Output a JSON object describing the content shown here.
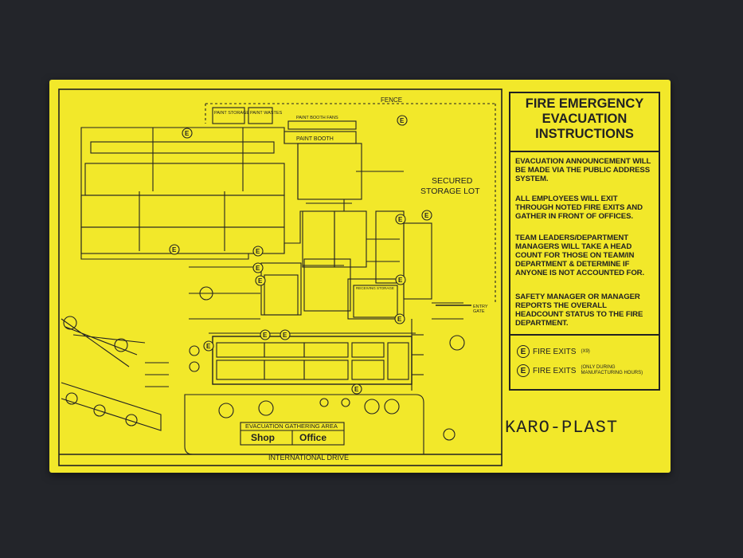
{
  "map": {
    "fence": "FENCE",
    "paint_storage": "PAINT STORAGE",
    "paint_wastes": "PAINT WASTES",
    "paint_booth_fans": "PAINT BOOTH FANS",
    "paint_booth": "PAINT BOOTH",
    "secured_storage_lot_line1": "SECURED",
    "secured_storage_lot_line2": "STORAGE LOT",
    "receiving_storage": "RECEIVING STORAGE",
    "entry_gate_line1": "ENTRY",
    "entry_gate_line2": "GATE",
    "gathering_area": "EVACUATION GATHERING AREA",
    "gathering_shop": "Shop",
    "gathering_office": "Office",
    "road": "INTERNATIONAL DRIVE",
    "exit_marker": "E"
  },
  "instructions": {
    "title_line1": "FIRE EMERGENCY",
    "title_line2": "EVACUATION",
    "title_line3": "INSTRUCTIONS",
    "steps": [
      "EVACUATION ANNOUNCEMENT WILL BE MADE VIA THE PUBLIC ADDRESS SYSTEM.",
      "ALL EMPLOYEES WILL EXIT THROUGH NOTED FIRE EXITS AND GATHER IN FRONT OF OFFICES.",
      "TEAM LEADERS/DEPARTMENT MANAGERS WILL TAKE A HEAD COUNT FOR THOSE ON TEAM/IN DEPARTMENT & DETERMINE IF ANYONE IS NOT ACCOUNTED FOR.",
      "SAFETY MANAGER OR MANAGER REPORTS THE OVERALL HEADCOUNT STATUS TO THE FIRE DEPARTMENT."
    ]
  },
  "legend": {
    "icon": "E",
    "row1_label": "FIRE EXITS",
    "row1_note": "(X9)",
    "row2_label": "FIRE EXITS",
    "row2_note_line1": "(ONLY DURING",
    "row2_note_line2": "MANUFACTURING HOURS)"
  },
  "brand": "KARO-PLAST",
  "colors": {
    "sign": "#f2e82a",
    "ink": "#222222",
    "background": "#23252a"
  }
}
